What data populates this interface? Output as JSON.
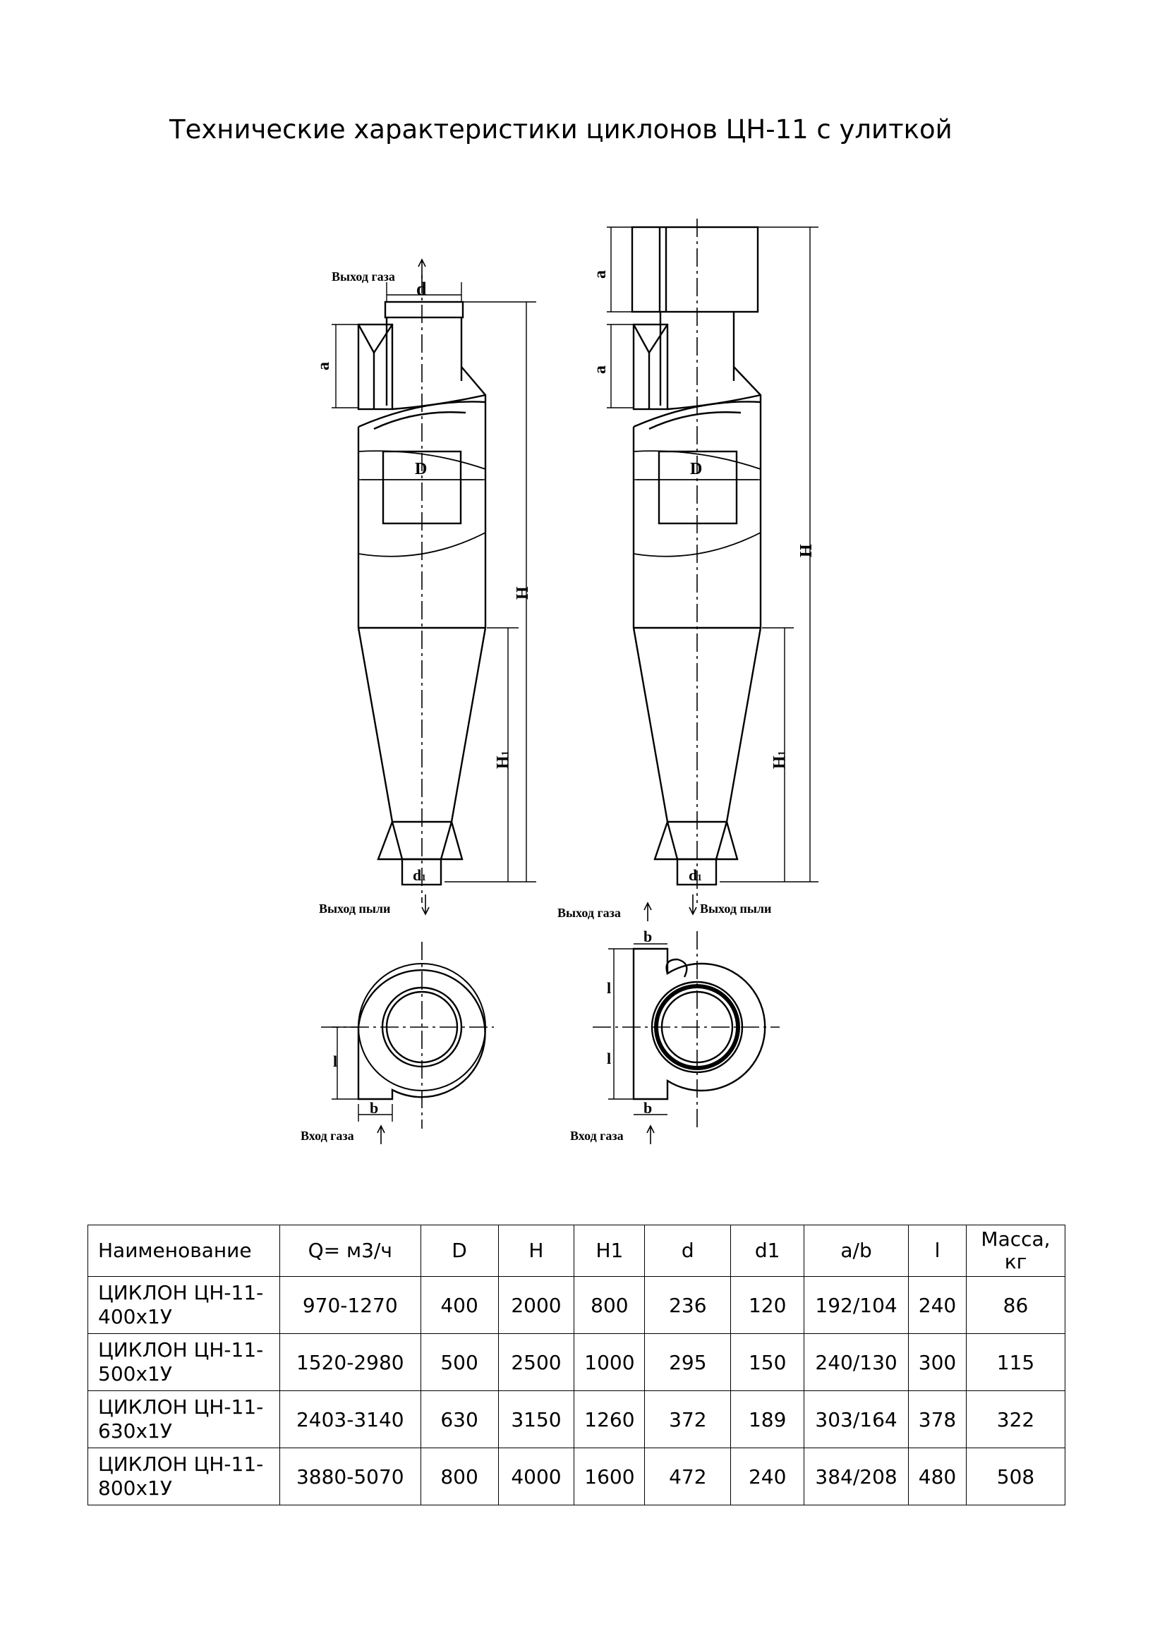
{
  "page": {
    "title": "Технические характеристики циклонов ЦН-11 с улиткой"
  },
  "drawing": {
    "labels": {
      "gas_out": "Выход газа",
      "dust_out": "Выход пыли",
      "gas_in": "Вход газа",
      "d": "d",
      "a": "a",
      "D": "D",
      "H": "H",
      "H1": "H",
      "H1_sub": "1",
      "d1": "d",
      "d1_sub": "1",
      "b": "b",
      "l": "l"
    }
  },
  "table": {
    "headers": [
      "Наименование",
      "Q= м3/ч",
      "D",
      "H",
      "H1",
      "d",
      "d1",
      "a/b",
      "l",
      "Масса, кг"
    ],
    "rows": [
      [
        "ЦИКЛОН ЦН-11-400х1У",
        "970-1270",
        "400",
        "2000",
        "800",
        "236",
        "120",
        "192/104",
        "240",
        "86"
      ],
      [
        "ЦИКЛОН ЦН-11-500х1У",
        "1520-2980",
        "500",
        "2500",
        "1000",
        "295",
        "150",
        "240/130",
        "300",
        "115"
      ],
      [
        "ЦИКЛОН ЦН-11-630х1У",
        "2403-3140",
        "630",
        "3150",
        "1260",
        "372",
        "189",
        "303/164",
        "378",
        "322"
      ],
      [
        "ЦИКЛОН ЦН-11-800х1У",
        "3880-5070",
        "800",
        "4000",
        "1600",
        "472",
        "240",
        "384/208",
        "480",
        "508"
      ]
    ]
  }
}
